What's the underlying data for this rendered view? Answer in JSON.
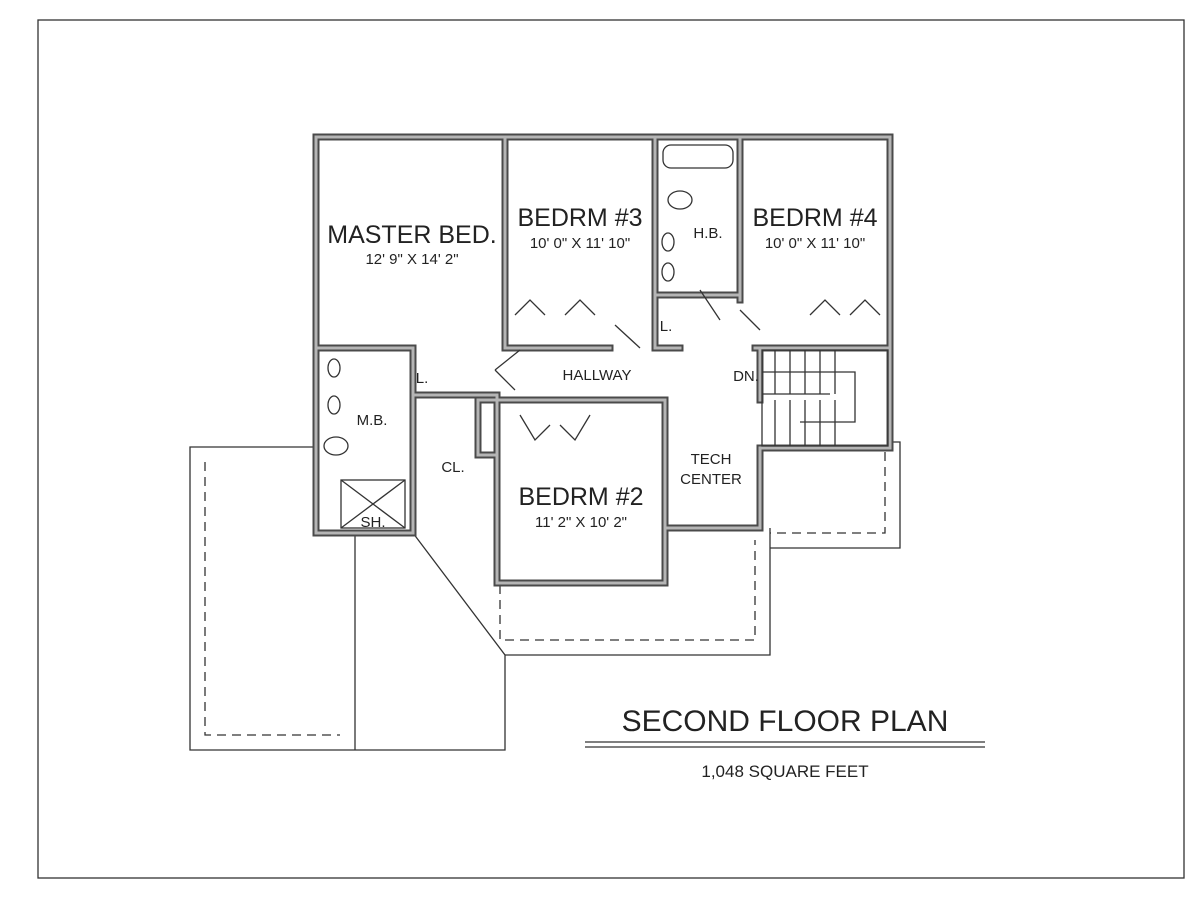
{
  "title": "SECOND FLOOR PLAN",
  "subtitle": "1,048 SQUARE FEET",
  "rooms": [
    {
      "name": "MASTER BED.",
      "size": "12' 9\" X 14' 2\""
    },
    {
      "name": "BEDRM #3",
      "size": "10' 0\" X 11' 10\""
    },
    {
      "name": "BEDRM #4",
      "size": "10' 0\" X 11' 10\""
    },
    {
      "name": "BEDRM #2",
      "size": "11' 2\" X 10' 2\""
    }
  ],
  "labels": {
    "hb": "H.B.",
    "mb": "M.B.",
    "linen1": "L.",
    "linen2": "L.",
    "hallway": "HALLWAY",
    "down": "DN.",
    "closet": "CL.",
    "shower": "SH.",
    "tech1": "TECH",
    "tech2": "CENTER"
  }
}
